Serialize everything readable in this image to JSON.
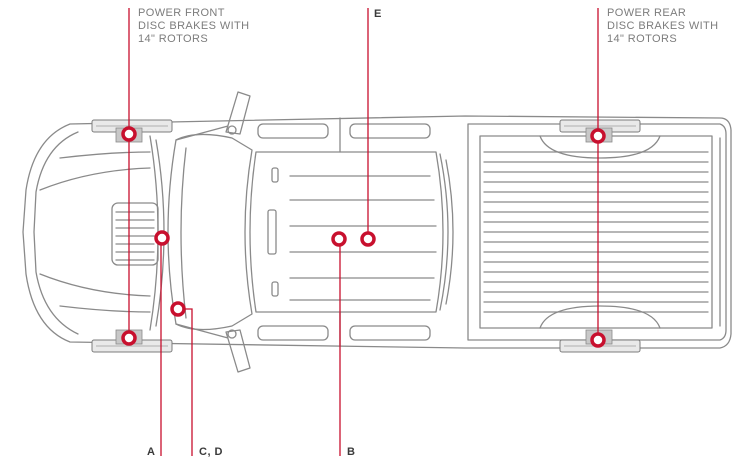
{
  "callouts": {
    "front_brakes": {
      "lines": [
        "POWER FRONT",
        "DISC BRAKES WITH",
        "14\" ROTORS"
      ]
    },
    "rear_brakes": {
      "lines": [
        "POWER REAR",
        "DISC BRAKES WITH",
        "14\" ROTORS"
      ]
    }
  },
  "labels": {
    "e": "E",
    "a": "A",
    "cd": "C, D",
    "b": "B"
  },
  "colors": {
    "accent": "#c8102e",
    "outline": "#8a8a8a",
    "text": "#7c7c7c"
  }
}
